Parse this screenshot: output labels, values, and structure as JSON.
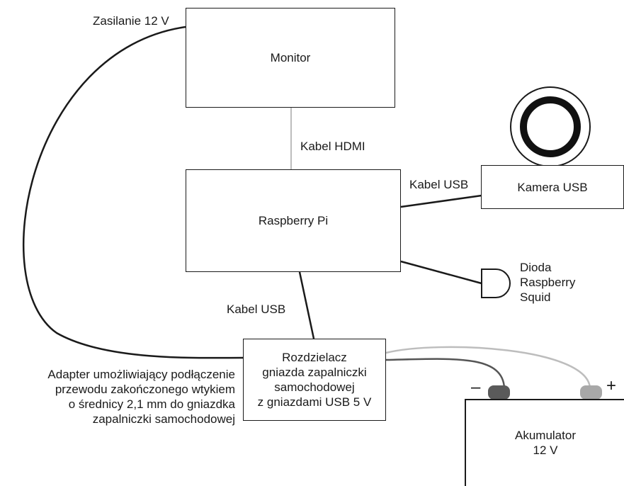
{
  "nodes": {
    "monitor": "Monitor",
    "raspberry": "Raspberry Pi",
    "camera": "Kamera USB",
    "splitter": [
      "Rozdzielacz",
      "gniazda zapalniczki",
      "samochodowej",
      "z gniazdami USB 5 V"
    ],
    "battery": [
      "Akumulator",
      "12 V"
    ]
  },
  "labels": {
    "power": "Zasilanie 12 V",
    "hdmi": "Kabel HDMI",
    "usb_camera": "Kabel USB",
    "usb_splitter": "Kabel USB",
    "led": [
      "Dioda",
      "Raspberry",
      "Squid"
    ],
    "adapter": [
      "Adapter umożliwiający podłączenie",
      "przewodu zakończonego wtykiem",
      "o średnicy 2,1 mm do gniazdka",
      "zapalniczki samochodowej"
    ],
    "minus": "–",
    "plus": "+"
  },
  "colors": {
    "line": "#1a1a1a",
    "grey_cable": "#bdbdbd",
    "neg_terminal": "#5a5a5a",
    "pos_terminal": "#a8a8a8"
  }
}
